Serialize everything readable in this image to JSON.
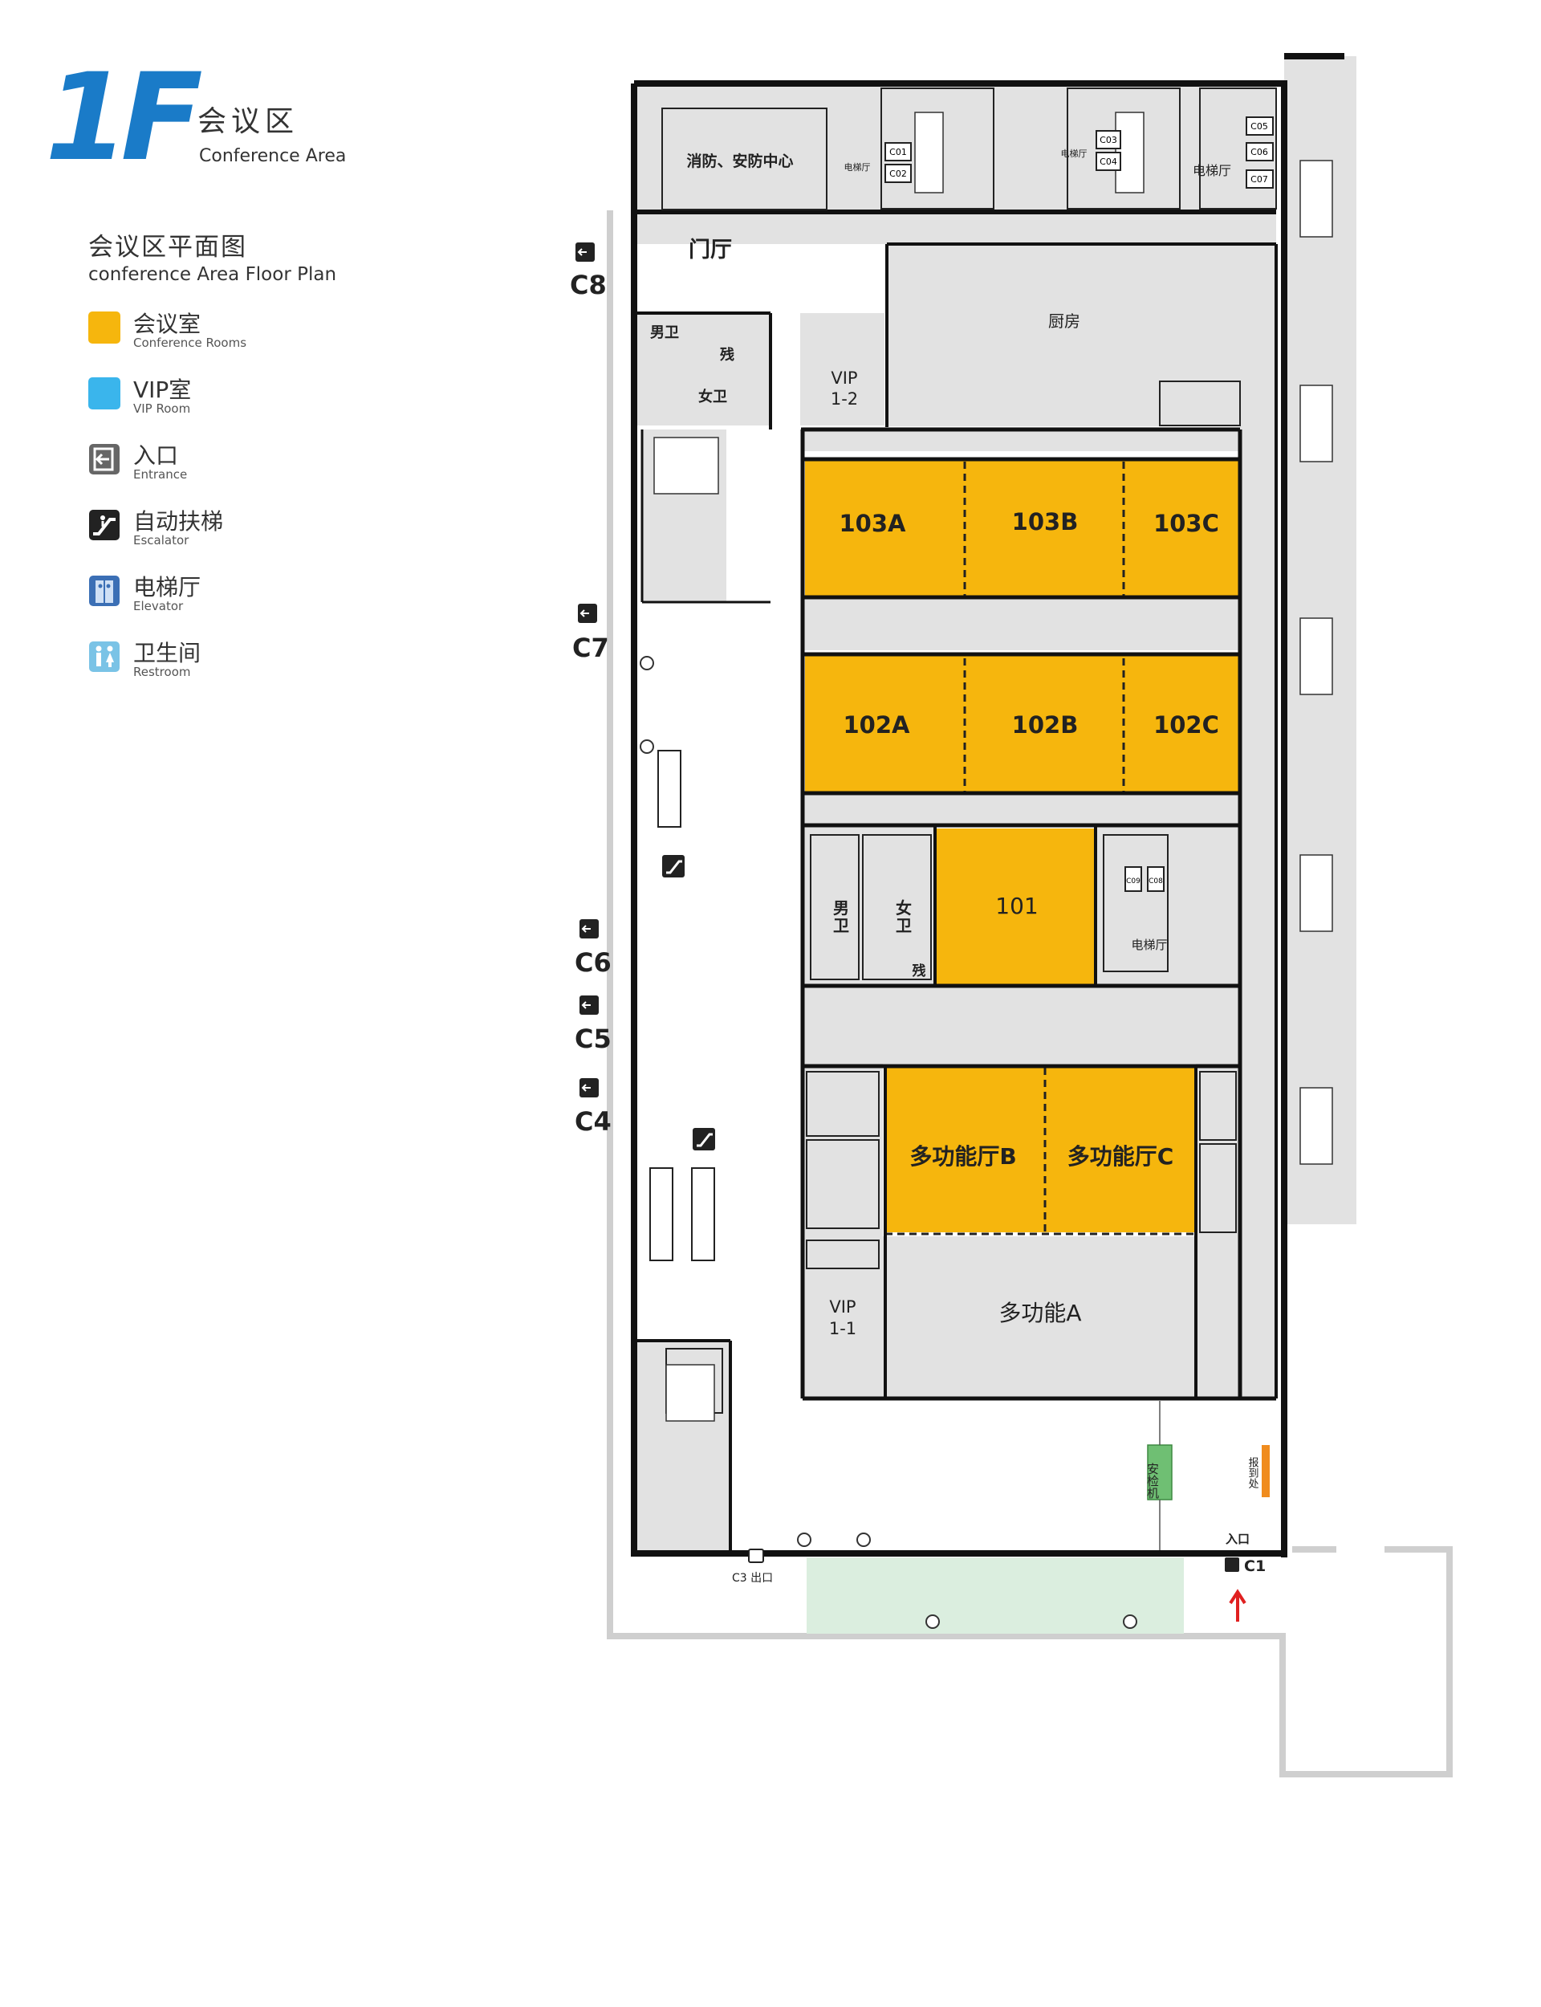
{
  "header": {
    "floor": "1F",
    "zone_cn": "会议区",
    "zone_en": "Conference Area",
    "plan_title_cn": "会议区平面图",
    "plan_title_en": "conference Area Floor Plan"
  },
  "colors": {
    "brand_blue": "#1a7bc8",
    "conference_room": "#f6b60d",
    "vip_room": "#3ab5ec",
    "gray_fill": "#e2e2e2",
    "wall": "#111111",
    "security": "#6fbf73",
    "plaza": "#dbeedf",
    "registration": "#f08c1e",
    "arrow_red": "#e02020"
  },
  "legend": [
    {
      "cn": "会议室",
      "en": "Conference Rooms",
      "icon": "conference-room-swatch"
    },
    {
      "cn": "VIP室",
      "en": "VIP Room",
      "icon": "vip-room-swatch"
    },
    {
      "cn": "入口",
      "en": "Entrance",
      "icon": "entrance-icon"
    },
    {
      "cn": "自动扶梯",
      "en": "Escalator",
      "icon": "escalator-icon"
    },
    {
      "cn": "电梯厅",
      "en": "Elevator",
      "icon": "elevator-icon"
    },
    {
      "cn": "卫生间",
      "en": "Restroom",
      "icon": "restroom-icon"
    }
  ],
  "rooms": {
    "r103a": "103A",
    "r103b": "103B",
    "r103c": "103C",
    "r102a": "102A",
    "r102b": "102B",
    "r102c": "102C",
    "r101": "101",
    "multi_b": "多功能厅B",
    "multi_c": "多功能厅C",
    "multi_a": "多功能A",
    "kitchen": "厨房",
    "lobby": "门厅",
    "security_center": "消防、安防中心",
    "vip12_line1": "VIP",
    "vip12_line2": "1-2",
    "vip11_line1": "VIP",
    "vip11_line2": "1-1",
    "men": "男卫",
    "women": "女卫",
    "accessible": "残",
    "men_mid": "男",
    "men_mid2": "卫",
    "women_mid": "女",
    "women_mid2": "卫",
    "elevator_hall": "电梯厅",
    "security_machine": "安检机",
    "registration": "报到处"
  },
  "exits": {
    "c8": "C8",
    "c7": "C7",
    "c6": "C6",
    "c5": "C5",
    "c4": "C4",
    "c1": "C1",
    "entrance": "入口",
    "c3_exit": "C3 出口"
  },
  "elevators": [
    "C01",
    "C02",
    "C03",
    "C04",
    "C05",
    "C06",
    "C07",
    "C09",
    "C08"
  ]
}
